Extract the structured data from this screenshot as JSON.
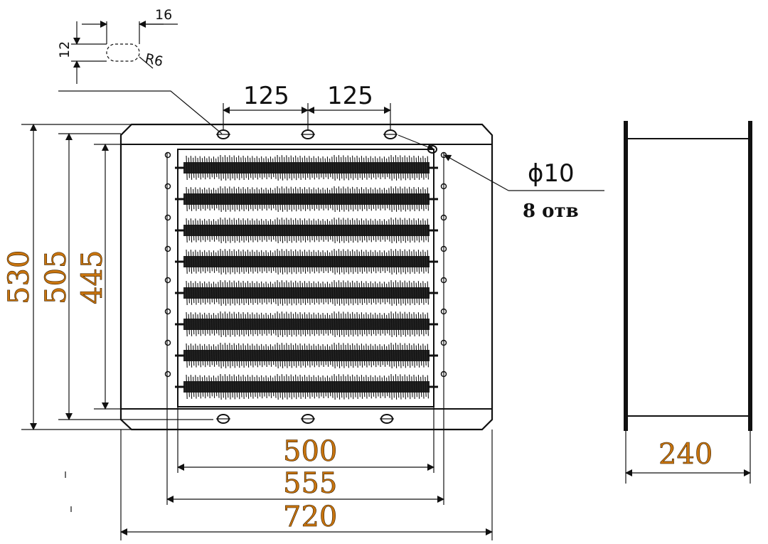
{
  "drawing": {
    "slot": {
      "width": "16",
      "height": "12",
      "radius": "R6"
    },
    "spacing": {
      "left": "125",
      "right": "125"
    },
    "hole": {
      "diameter": "ϕ10",
      "count": "8 отв"
    },
    "heights": {
      "outer": "530",
      "middle": "505",
      "inner": "445"
    },
    "widths": {
      "inner": "500",
      "middle": "555",
      "outer": "720",
      "depth": "240"
    },
    "heating_element_rows": 8
  }
}
